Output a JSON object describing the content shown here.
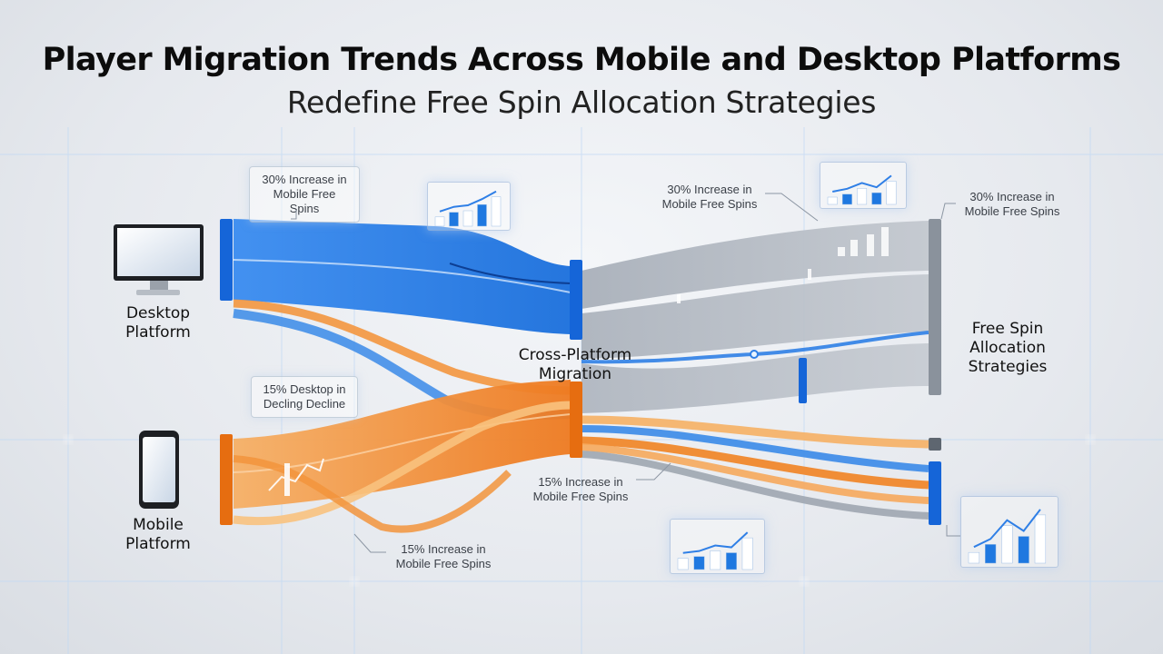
{
  "title": "Player Migration Trends Across Mobile and Desktop Platforms",
  "subtitle": "Redefine Free Spin Allocation Strategies",
  "nodes": {
    "desktop": "Desktop\nPlatform",
    "mobile": "Mobile\nPlatform",
    "hub": "Cross-Platform\nMigration",
    "target": "Free Spin\nAllocation\nStrategies"
  },
  "callouts": {
    "top_left": "30% Increase in\nMobile Free Spins",
    "mid_left": "15% Desktop in\nDecling Decline",
    "bottom_left": "15% Increase in\nMobile Free Spins",
    "top_center": "30% Increase in\nMobile Free Spins",
    "top_right": "30% Increase in\nMobile Free Spins",
    "bottom_center": "15% Increase in\nMobile Free Spins"
  },
  "colors": {
    "desktop_blue": "#1f78e0",
    "mobile_orange": "#f07b1e",
    "neutral_gray": "#9aa2ad",
    "node_blue": "#1565d8",
    "node_orange": "#e66d10"
  },
  "icons": [
    "monitor-icon",
    "smartphone-icon",
    "mini-bar-chart-icon"
  ]
}
